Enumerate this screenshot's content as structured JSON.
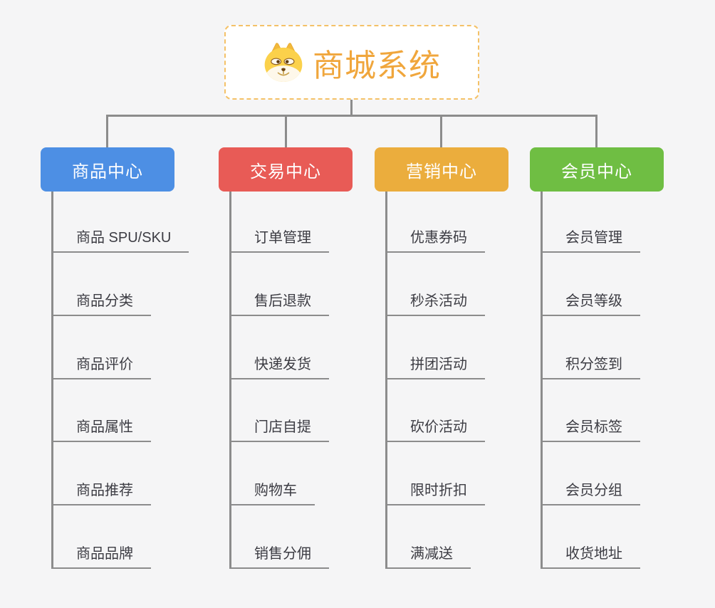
{
  "canvas": {
    "background_color": "#F5F5F6",
    "connector_color": "#8C8C8C"
  },
  "root": {
    "label": "商城系统",
    "icon": "dog-face-icon",
    "text_color": "#F0A63C",
    "border_color": "#F4C167"
  },
  "branches": [
    {
      "label": "商品中心",
      "color": "#4D8FE4",
      "children": [
        "商品 SPU/SKU",
        "商品分类",
        "商品评价",
        "商品属性",
        "商品推荐",
        "商品品牌"
      ]
    },
    {
      "label": "交易中心",
      "color": "#E85B56",
      "children": [
        "订单管理",
        "售后退款",
        "快递发货",
        "门店自提",
        "购物车",
        "销售分佣"
      ]
    },
    {
      "label": "营销中心",
      "color": "#EBAD3D",
      "children": [
        "优惠券码",
        "秒杀活动",
        "拼团活动",
        "砍价活动",
        "限时折扣",
        "满减送"
      ]
    },
    {
      "label": "会员中心",
      "color": "#6FBE43",
      "children": [
        "会员管理",
        "会员等级",
        "积分签到",
        "会员标签",
        "会员分组",
        "收货地址"
      ]
    }
  ]
}
